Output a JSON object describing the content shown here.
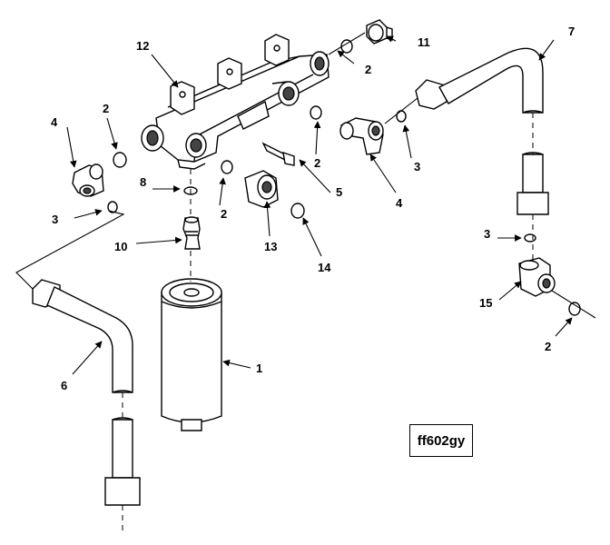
{
  "figure_id": "ff602gy",
  "callouts": {
    "c1": "1",
    "c2a": "2",
    "c2b": "2",
    "c2c": "2",
    "c2d": "2",
    "c2e": "2",
    "c3a": "3",
    "c3b": "3",
    "c3c": "3",
    "c4a": "4",
    "c4b": "4",
    "c5": "5",
    "c6": "6",
    "c7": "7",
    "c8": "8",
    "c10": "10",
    "c11": "11",
    "c12": "12",
    "c13": "13",
    "c14": "14",
    "c15": "15"
  }
}
